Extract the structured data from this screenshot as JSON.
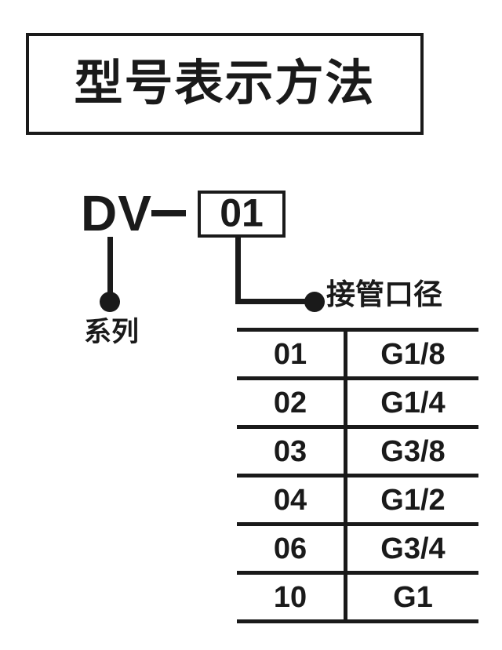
{
  "title": {
    "text": "型号表示方法"
  },
  "model": {
    "prefix": "DV",
    "separator": "－",
    "code_value": "01"
  },
  "callouts": {
    "series_label": "系列",
    "port_label": "接管口径"
  },
  "spec_table": {
    "rows": [
      {
        "code": "01",
        "size": "G1/8"
      },
      {
        "code": "02",
        "size": "G1/4"
      },
      {
        "code": "03",
        "size": "G3/8"
      },
      {
        "code": "04",
        "size": "G1/2"
      },
      {
        "code": "06",
        "size": "G3/4"
      },
      {
        "code": "10",
        "size": "G1"
      }
    ]
  },
  "colors": {
    "ink": "#1a1a1a",
    "paper": "#ffffff"
  }
}
